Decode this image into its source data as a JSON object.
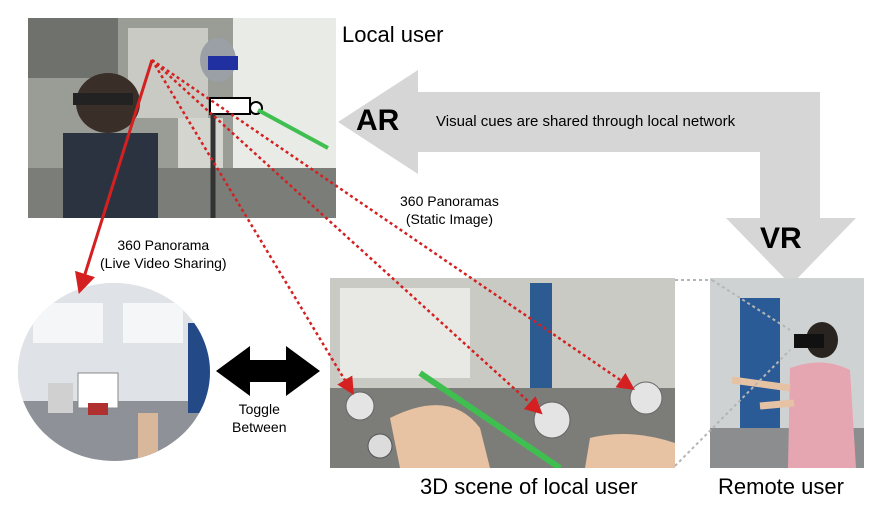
{
  "labels": {
    "local_user": "Local user",
    "remote_user": "Remote user",
    "scene_3d": "3D scene of local user",
    "ar": "AR",
    "vr": "VR",
    "arrow_text": "Visual cues are shared through local network",
    "panoramas_static": "360 Panoramas\n(Static Image)",
    "panorama_live": "360 Panorama\n(Live Video Sharing)",
    "toggle": "Toggle\nBetween"
  },
  "colors": {
    "gray_arrow": "#d6d6d6",
    "red_line": "#d42020",
    "green_beam": "#3fbf4f"
  }
}
